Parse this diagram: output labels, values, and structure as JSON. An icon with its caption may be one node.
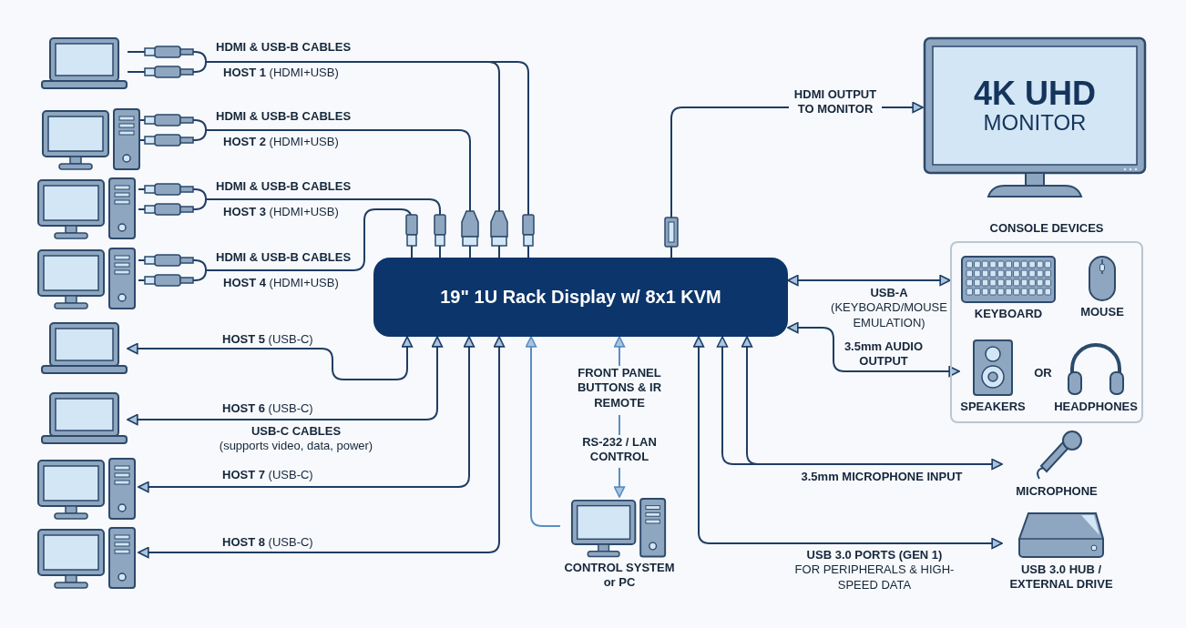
{
  "diagram": {
    "nodes": [
      {
        "text": [],
        "shape": "picture"
      },
      {
        "text": [],
        "shape": "picture"
      },
      {
        "text": [],
        "shape": "picture"
      },
      {
        "text": [],
        "shape": "picture"
      },
      {
        "text": [],
        "shape": "picture"
      },
      {
        "text": [],
        "shape": "picture"
      },
      {
        "text": [],
        "shape": "picture"
      },
      {
        "text": [],
        "shape": "picture"
      },
      {
        "text": [
          "19\" 1U Rack Display w/ 8x1 KVM"
        ]
      },
      {
        "text": [
          "4K UHD",
          "MONITOR"
        ]
      },
      {
        "text": [
          "CONSOLE DEVICES"
        ]
      },
      {
        "text": [
          "KEYBOARD"
        ],
        "in": 10
      },
      {
        "text": [
          "MOUSE"
        ],
        "in": 10
      },
      {
        "text": [
          "SPEAKERS"
        ],
        "in": 10
      },
      {
        "text": [
          "HEADPHONES"
        ],
        "in": 10
      },
      {
        "text": [
          "MICROPHONE"
        ]
      },
      {
        "text": [
          "USB 3.0 HUB / EXTERNAL DRIVE"
        ]
      },
      {
        "text": [
          "CONTROL SYSTEM or PC"
        ]
      },
      {
        "text": [
          "FRONT PANEL BUTTONS & IR REMOTE"
        ]
      },
      {
        "text": [
          "RS-232 / LAN CONTROL"
        ]
      }
    ],
    "edges": [
      {
        "from": 0,
        "to": 8,
        "arrow": "none",
        "label": "HDMI & USB-B CABLES"
      },
      {
        "from": 1,
        "to": 8,
        "arrow": "none",
        "label": "HDMI & USB-B CABLES"
      },
      {
        "from": 2,
        "to": 8,
        "arrow": "none",
        "label": "HDMI & USB-B CABLES"
      },
      {
        "from": 3,
        "to": 8,
        "arrow": "none",
        "label": "HDMI & USB-B CABLES"
      },
      {
        "from": 8,
        "to": 4,
        "arrow": "both",
        "label": "**HOST 5** (USB-C)"
      },
      {
        "from": 8,
        "to": 5,
        "arrow": "both",
        "label": "**HOST 6** (USB-C)"
      },
      {
        "from": 8,
        "to": 6,
        "arrow": "both",
        "label": "**HOST 7** (USB-C)"
      },
      {
        "from": 8,
        "to": 7,
        "arrow": "both",
        "label": "**HOST 8** (USB-C)"
      },
      {
        "from": 17,
        "to": 8,
        "arrow": "to",
        "color": "#5b8ec4"
      },
      {
        "from": 18,
        "to": 8,
        "arrow": "to",
        "color": "#5b8ec4"
      },
      {
        "from": 18,
        "to": 19,
        "arrow": "none",
        "color": "#5b8ec4"
      },
      {
        "from": 19,
        "to": 17,
        "arrow": "to",
        "color": "#5b8ec4"
      },
      {
        "from": 8,
        "to": 9,
        "arrow": "to",
        "label": "HDMI OUTPUT TO MONITOR"
      },
      {
        "from": 8,
        "to": 10,
        "arrow": "both",
        "label": "**USB-A** (KEYBOARD/MOUSE EMULATION)"
      },
      {
        "from": 8,
        "to": 13,
        "arrow": "both",
        "label": "3.5mm AUDIO OUTPUT"
      },
      {
        "from": 15,
        "to": 8,
        "arrow": "both",
        "label": "3.5mm MICROPHONE INPUT"
      },
      {
        "from": 8,
        "to": 16,
        "arrow": "both",
        "label": "**USB 3.0 PORTS (GEN 1)** FOR PERIPHERALS & HIGH-SPEED DATA"
      }
    ],
    "labels": [
      "**HOST 1** (HDMI+USB)",
      "**HOST 2** (HDMI+USB)",
      "**HOST 3** (HDMI+USB)",
      "**HOST 4** (HDMI+USB)",
      "**USB-C CABLES** (supports video, data, power)",
      "OR"
    ]
  }
}
